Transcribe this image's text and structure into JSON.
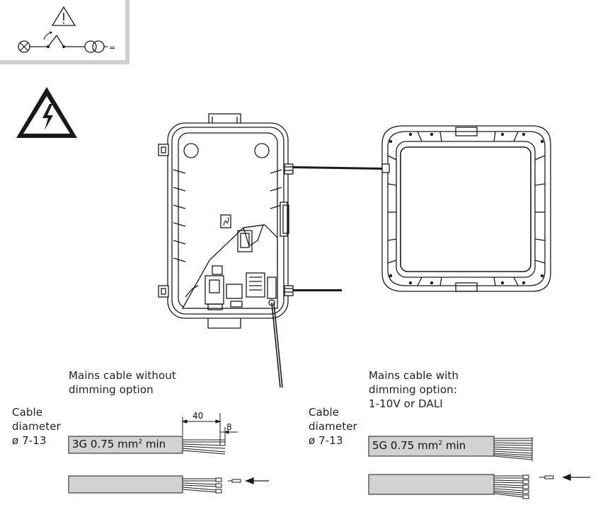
{
  "labels": {
    "left_cable_title_1": "Mains cable without",
    "left_cable_title_2": "dimming option",
    "right_cable_title_1": "Mains cable with",
    "right_cable_title_2": "dimming option:",
    "right_cable_title_3": "1-10V or DALI",
    "diameter_1": "Cable",
    "diameter_2": "diameter",
    "diameter_3": "ø 7-13",
    "left_cable_spec": "3G 0.75 mm",
    "right_cable_spec": "5G 0.75 mm",
    "spec_sup": "2",
    "spec_suffix": " min",
    "dim_strip": "40",
    "dim_tip": "8",
    "supply_symbol": "="
  },
  "icons": [
    "warning-triangle-icon",
    "lamp-icon",
    "switch-icon",
    "transformer-icon",
    "electric-hazard-icon",
    "arrow-left-icon"
  ],
  "colors": {
    "line": "#1a1a1a",
    "cable_fill": "#d2d2d2",
    "panel_border": "#cfcfcf",
    "warning_fill": "#ffffff"
  }
}
